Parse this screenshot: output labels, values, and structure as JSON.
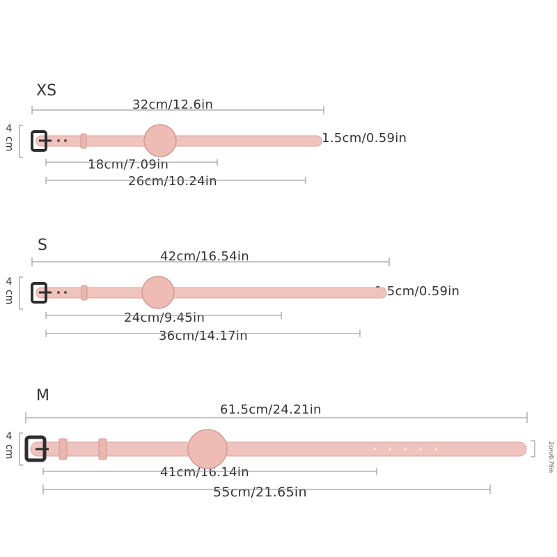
{
  "colors": {
    "strap": "#f0c4be",
    "strap_edge": "#d8a39c",
    "buckle": "#2e2e2e",
    "line": "#8a8a8a"
  },
  "sizes": [
    {
      "label": "XS",
      "total": "32cm/12.6in",
      "width": "1.5cm/0.59in",
      "min": "18cm/7.09in",
      "max": "26cm/10.24in",
      "height": "4cm"
    },
    {
      "label": "S",
      "total": "42cm/16.54in",
      "width": "1.5cm/0.59in",
      "min": "24cm/9.45in",
      "max": "36cm/14.17in",
      "height": "4cm"
    },
    {
      "label": "M",
      "total": "61.5cm/24.21in",
      "width": "2cm/0.79in",
      "min": "41cm/16.14in",
      "max": "55cm/21.65in",
      "height": "4cm"
    }
  ]
}
